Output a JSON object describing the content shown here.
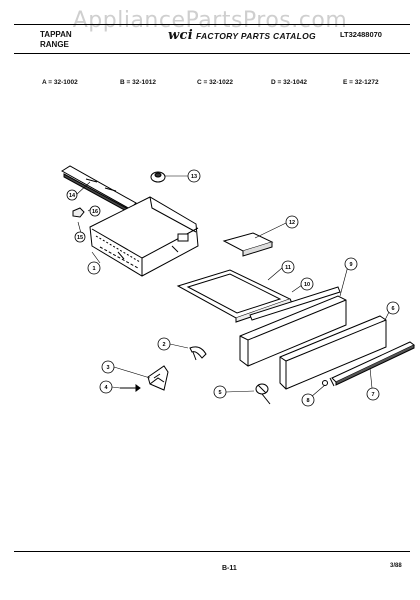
{
  "watermark": "AppliancePartsPros.com",
  "header": {
    "brand_line1": "TAPPAN",
    "brand_line2": "RANGE",
    "logo": "wci",
    "catalog_title": "FACTORY PARTS CATALOG",
    "catalog_number": "LT32488070"
  },
  "models": [
    "A = 32-1002",
    "B = 32-1012",
    "C = 32-1022",
    "D = 32-1042",
    "E = 32-1272"
  ],
  "callouts": [
    "1",
    "2",
    "3",
    "4",
    "5",
    "6",
    "7",
    "8",
    "9",
    "10",
    "11",
    "12",
    "13",
    "14",
    "15",
    "16"
  ],
  "footer": {
    "page": "B-11",
    "date": "3/88"
  }
}
